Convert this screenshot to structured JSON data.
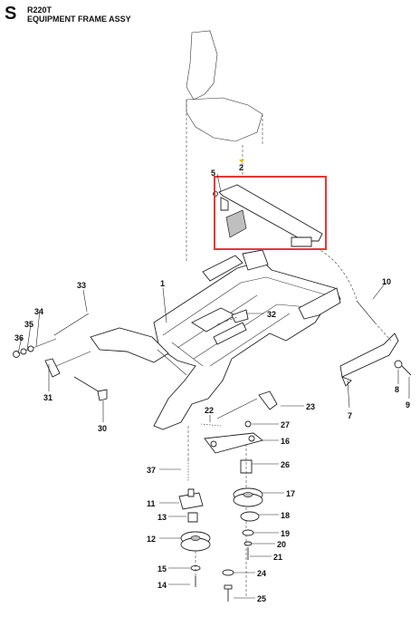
{
  "header": {
    "section_letter": "S",
    "model": "R220T",
    "title": "EQUIPMENT FRAME ASSY"
  },
  "highlight": {
    "color": "#e53935"
  },
  "callouts": [
    {
      "id": "c2",
      "label": "2"
    },
    {
      "id": "c5",
      "label": "5"
    },
    {
      "id": "c1",
      "label": "1"
    },
    {
      "id": "c33",
      "label": "33"
    },
    {
      "id": "c34",
      "label": "34"
    },
    {
      "id": "c35",
      "label": "35"
    },
    {
      "id": "c36",
      "label": "36"
    },
    {
      "id": "c31",
      "label": "31"
    },
    {
      "id": "c30",
      "label": "30"
    },
    {
      "id": "c32",
      "label": "32"
    },
    {
      "id": "c10",
      "label": "10"
    },
    {
      "id": "c7",
      "label": "7"
    },
    {
      "id": "c8",
      "label": "8"
    },
    {
      "id": "c9",
      "label": "9"
    },
    {
      "id": "c23",
      "label": "23"
    },
    {
      "id": "c22",
      "label": "22"
    },
    {
      "id": "c27",
      "label": "27"
    },
    {
      "id": "c16",
      "label": "16"
    },
    {
      "id": "c26",
      "label": "26"
    },
    {
      "id": "c37",
      "label": "37"
    },
    {
      "id": "c17",
      "label": "17"
    },
    {
      "id": "c11",
      "label": "11"
    },
    {
      "id": "c18",
      "label": "18"
    },
    {
      "id": "c13",
      "label": "13"
    },
    {
      "id": "c19",
      "label": "19"
    },
    {
      "id": "c12",
      "label": "12"
    },
    {
      "id": "c20",
      "label": "20"
    },
    {
      "id": "c21",
      "label": "21"
    },
    {
      "id": "c15",
      "label": "15"
    },
    {
      "id": "c24",
      "label": "24"
    },
    {
      "id": "c14",
      "label": "14"
    },
    {
      "id": "c25",
      "label": "25"
    }
  ]
}
